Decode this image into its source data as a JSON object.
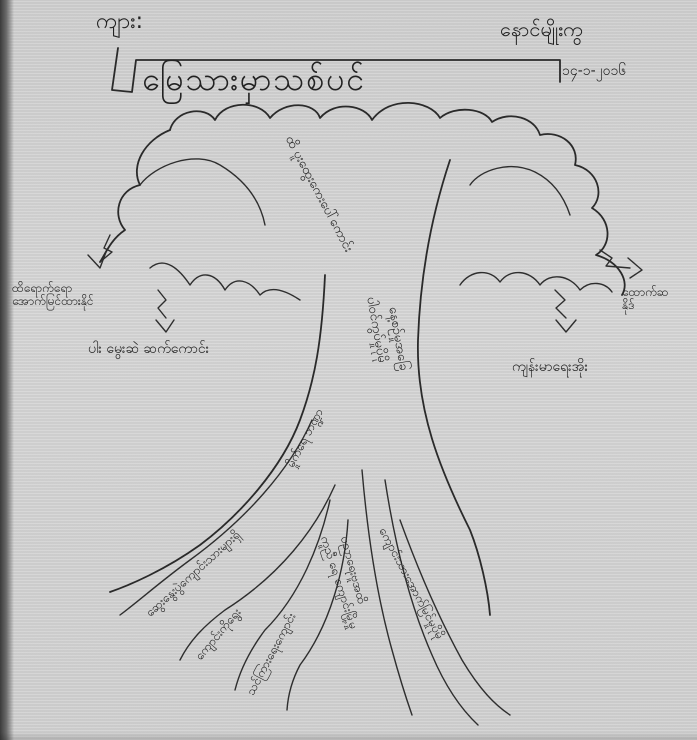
{
  "header": {
    "top_left_label": "ကျား:",
    "title": "မြေသားမှာသစ်ပင်",
    "author": "နောင်မျိုးကွ",
    "date": "၁၄-၁-၂၀၁၆"
  },
  "trunk_labels": {
    "upper": "ထိ ပူးထွေးကေးပေါ်ကောင်း",
    "center_a": "ပါဝင်ကွပ်မှုပိုမို",
    "center_b": "နေ့စဉ်မှုအခြေ"
  },
  "branch_labels": {
    "left_outer": "ထိရောက်ရော\nအောက်မြင်ထားနိုင်",
    "left_inner": "ပါး မွေးဆဲ ဆက်ကောင်း",
    "right_outer": "ထောက်ဆ\nနိုဒ်",
    "right_inner": "ကျန်းမာရေးအိုး"
  },
  "root_labels": {
    "r1": "ဆွေးနွေးပွဲကျောင်းသားများရှိ",
    "r2": "ကျောင်းကိုရွေး",
    "r3": "သင်ကြားရေးကျောင်း",
    "r4": "မှိုက်ရေ ဘဏ္ဍာ",
    "r5": "ပညာရေးဗူအထိ",
    "r6": "ကူညီ ရေ ကျောင်းမြို့မှု",
    "r7": "ကျောင်းသားအောက်မြင်မှုပိုမို"
  }
}
